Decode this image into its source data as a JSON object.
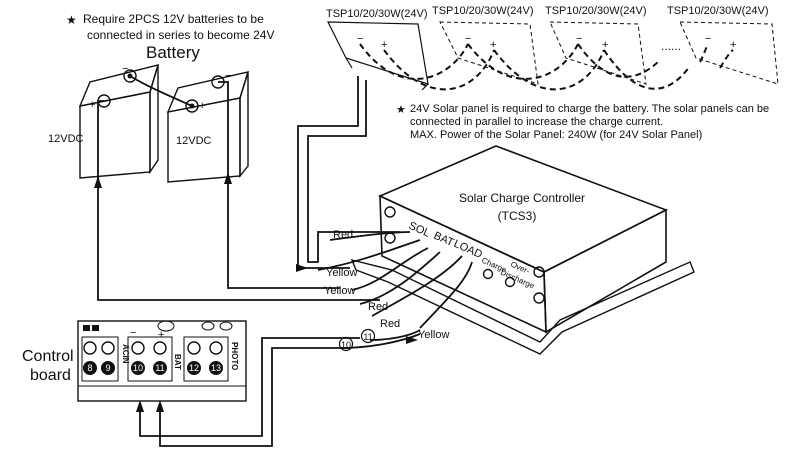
{
  "note_batteries": {
    "line1": "Require 2PCS 12V batteries to be",
    "line2": "connected in series to become 24V"
  },
  "battery_title": "Battery",
  "batteries": [
    {
      "voltage": "12VDC"
    },
    {
      "voltage": "12VDC"
    }
  ],
  "panels": [
    {
      "label": "TSP10/20/30W(24V)"
    },
    {
      "label": "TSP10/20/30W(24V)"
    },
    {
      "label": "TSP10/20/30W(24V)"
    },
    {
      "label": "TSP10/20/30W(24V)"
    }
  ],
  "panel_ellipsis": "......",
  "note_solar": {
    "line1": "24V Solar panel is required to charge the battery. The solar panels can be",
    "line2": "connected in parallel to increase the charge current.",
    "line3": "MAX. Power of the Solar Panel: 240W (for 24V Solar Panel)"
  },
  "controller": {
    "title": "Solar Charge Controller",
    "model": "(TCS3)",
    "ports": [
      "SOL",
      "BAT",
      "LOAD"
    ],
    "indicator_charge": "Charge",
    "indicator_over": "Over-",
    "indicator_discharge": "Discharge"
  },
  "wires": {
    "red": "Red",
    "yellow": "Yellow"
  },
  "terminal_markers": [
    "11",
    "10"
  ],
  "control_board": {
    "label_line1": "Control",
    "label_line2": "board",
    "terminals": [
      "8",
      "9",
      "10",
      "11",
      "12",
      "13"
    ],
    "group_labels": [
      "ACIN",
      "BAT",
      "PHOTO"
    ]
  },
  "symbols": {
    "plus": "+",
    "minus": "−",
    "star": "★"
  }
}
